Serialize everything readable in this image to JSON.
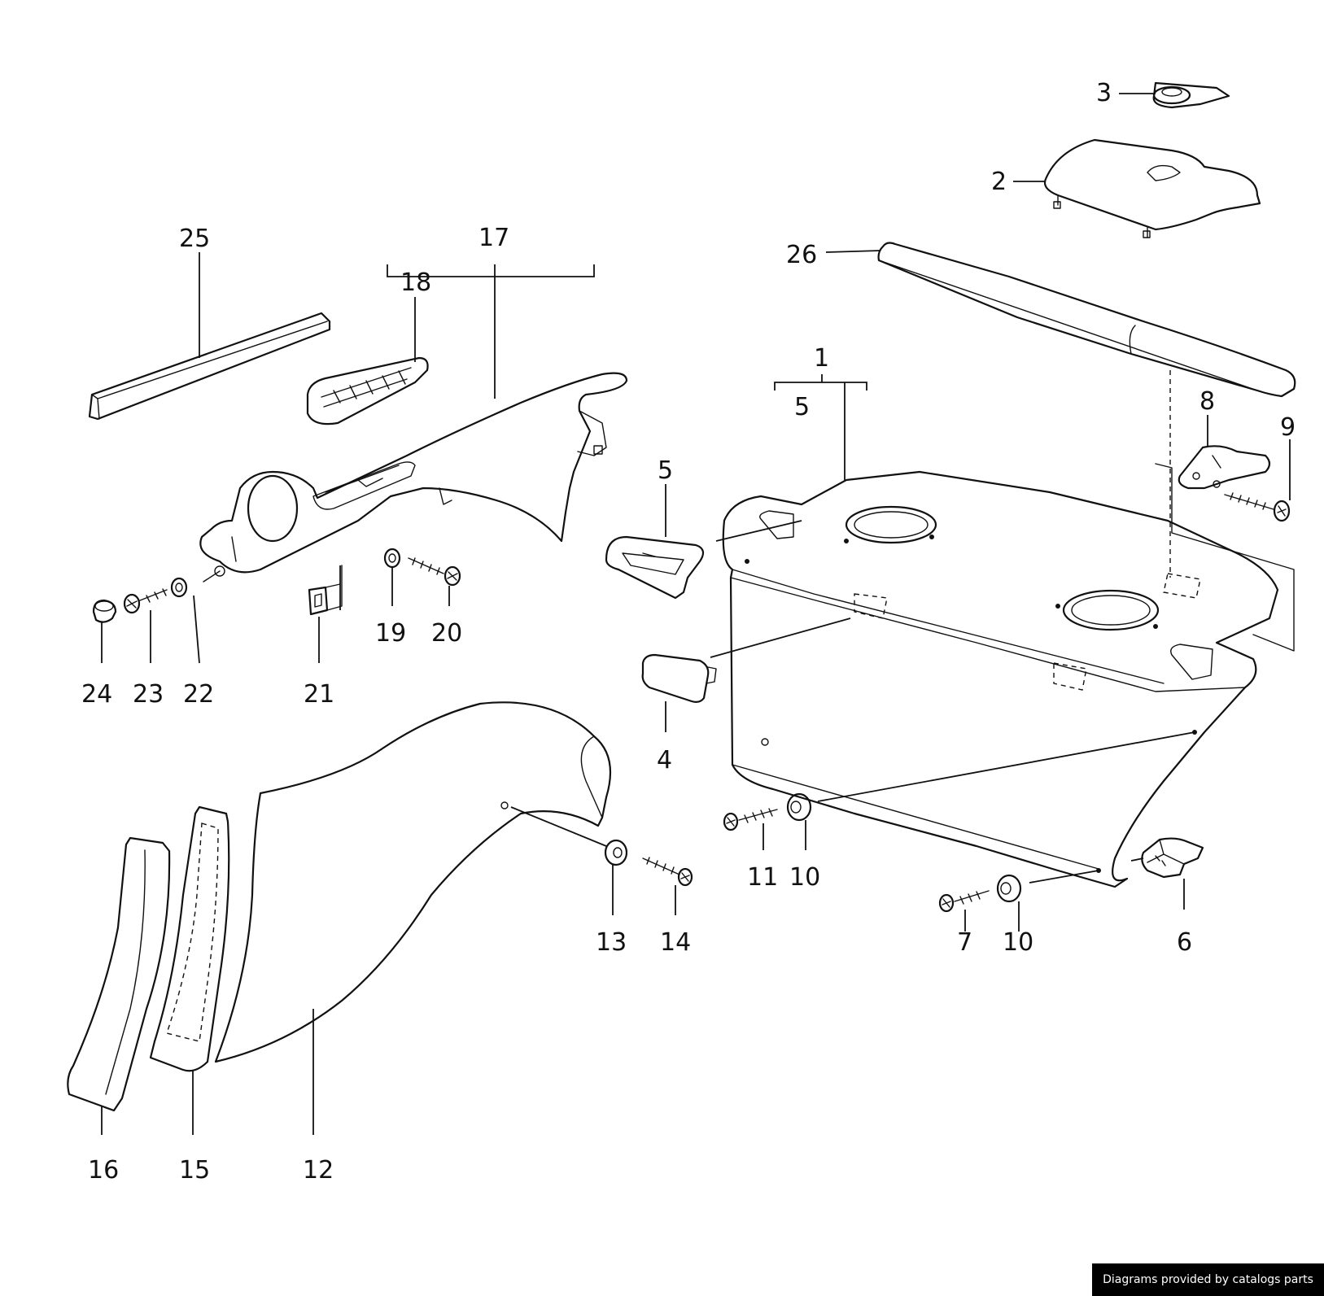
{
  "callouts": {
    "p1": "1",
    "p2": "2",
    "p3": "3",
    "p4": "4",
    "p5a": "5",
    "p5b": "5",
    "p6": "6",
    "p7": "7",
    "p8": "8",
    "p9": "9",
    "p10a": "10",
    "p10b": "10",
    "p11": "11",
    "p12": "12",
    "p13": "13",
    "p14": "14",
    "p15": "15",
    "p16": "16",
    "p17": "17",
    "p18": "18",
    "p19": "19",
    "p20": "20",
    "p21": "21",
    "p22": "22",
    "p23": "23",
    "p24": "24",
    "p25": "25",
    "p26": "26"
  },
  "credit": "Diagrams provided by catalogs parts",
  "colors": {
    "line": "#111111",
    "background": "#ffffff",
    "banner": "#000000",
    "banner_text": "#ffffff"
  }
}
